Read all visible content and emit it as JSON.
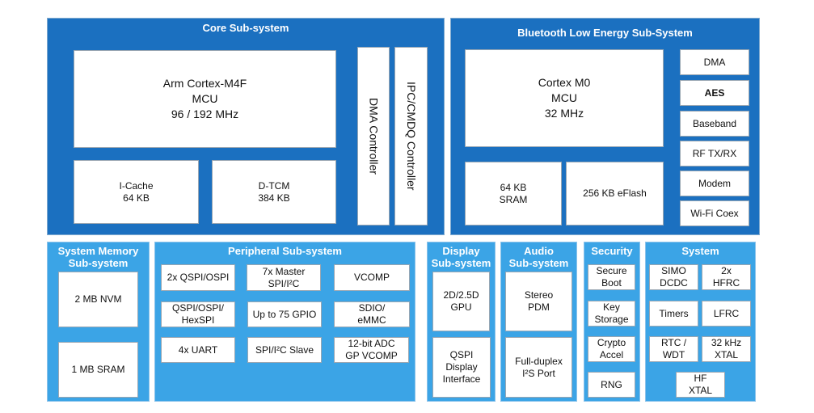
{
  "colors": {
    "top_subsystem": "#1b70c0",
    "bottom_subsystem": "#3ba4e6",
    "block": "#ffffff"
  },
  "groups": [
    {
      "id": "core",
      "title": [
        "Core Sub-system"
      ],
      "tone": "dark",
      "blocks": [
        {
          "id": "arm-cortex-m4f",
          "lines": [
            "Arm Cortex-M4F",
            "MCU",
            "96 / 192 MHz"
          ],
          "style": "big"
        },
        {
          "id": "i-cache",
          "lines": [
            "I-Cache",
            "64 KB"
          ]
        },
        {
          "id": "d-tcm",
          "lines": [
            "D-TCM",
            "384 KB"
          ]
        },
        {
          "id": "dma-controller",
          "lines": [
            "DMA Controller"
          ],
          "style": "vert"
        },
        {
          "id": "ipc-cmdq-controller",
          "lines": [
            "IPC/CMDQ Controller"
          ],
          "style": "vert"
        }
      ]
    },
    {
      "id": "ble",
      "title": [
        "Bluetooth Low Energy Sub-System"
      ],
      "tone": "dark",
      "blocks": [
        {
          "id": "cortex-m0",
          "lines": [
            "Cortex M0",
            "MCU",
            "32 MHz"
          ],
          "style": "big"
        },
        {
          "id": "ble-sram",
          "lines": [
            "64 KB",
            "SRAM"
          ]
        },
        {
          "id": "eflash",
          "lines": [
            "256 KB eFlash"
          ]
        },
        {
          "id": "ble-dma",
          "lines": [
            "DMA"
          ]
        },
        {
          "id": "aes",
          "lines": [
            "AES"
          ],
          "style": "bold"
        },
        {
          "id": "baseband",
          "lines": [
            "Baseband"
          ]
        },
        {
          "id": "rf-tx-rx",
          "lines": [
            "RF TX/RX"
          ]
        },
        {
          "id": "modem",
          "lines": [
            "Modem"
          ]
        },
        {
          "id": "wifi-coex",
          "lines": [
            "Wi-Fi Coex"
          ]
        }
      ]
    },
    {
      "id": "system-memory",
      "title": [
        "System Memory",
        "Sub-system"
      ],
      "tone": "light",
      "blocks": [
        {
          "id": "nvm",
          "lines": [
            "2 MB NVM"
          ]
        },
        {
          "id": "sram",
          "lines": [
            "1 MB SRAM"
          ]
        }
      ]
    },
    {
      "id": "peripheral",
      "title": [
        "Peripheral Sub-system"
      ],
      "tone": "light",
      "blocks": [
        {
          "id": "qspi-ospi-2x",
          "lines": [
            "2x QSPI/OSPI"
          ]
        },
        {
          "id": "master-spi-i2c",
          "lines": [
            "7x Master",
            "SPI/I²C"
          ]
        },
        {
          "id": "vcomp",
          "lines": [
            "VCOMP"
          ]
        },
        {
          "id": "qspi-ospi-hexspi",
          "lines": [
            "QSPI/OSPI/",
            "HexSPI"
          ]
        },
        {
          "id": "gpio",
          "lines": [
            "Up to 75 GPIO"
          ]
        },
        {
          "id": "sdio-emmc",
          "lines": [
            "SDIO/",
            "eMMC"
          ]
        },
        {
          "id": "uart",
          "lines": [
            "4x UART"
          ]
        },
        {
          "id": "spi-i2c-slave",
          "lines": [
            "SPI/I²C Slave"
          ]
        },
        {
          "id": "adc-gp-vcomp",
          "lines": [
            "12-bit ADC",
            "GP VCOMP"
          ]
        }
      ]
    },
    {
      "id": "display",
      "title": [
        "Display",
        "Sub-system"
      ],
      "tone": "light",
      "blocks": [
        {
          "id": "gpu",
          "lines": [
            "2D/2.5D",
            "GPU"
          ]
        },
        {
          "id": "qspi-display-interface",
          "lines": [
            "QSPI",
            "Display",
            "Interface"
          ]
        }
      ]
    },
    {
      "id": "audio",
      "title": [
        "Audio",
        "Sub-system"
      ],
      "tone": "light",
      "blocks": [
        {
          "id": "stereo-pdm",
          "lines": [
            "Stereo",
            "PDM"
          ]
        },
        {
          "id": "i2s-port",
          "lines": [
            "Full-duplex",
            "I²S Port"
          ]
        }
      ]
    },
    {
      "id": "security",
      "title": [
        "Security"
      ],
      "tone": "light",
      "blocks": [
        {
          "id": "secure-boot",
          "lines": [
            "Secure",
            "Boot"
          ]
        },
        {
          "id": "key-storage",
          "lines": [
            "Key",
            "Storage"
          ]
        },
        {
          "id": "crypto-accel",
          "lines": [
            "Crypto",
            "Accel"
          ]
        },
        {
          "id": "rng",
          "lines": [
            "RNG"
          ]
        }
      ]
    },
    {
      "id": "system",
      "title": [
        "System"
      ],
      "tone": "light",
      "blocks": [
        {
          "id": "simo-dcdc",
          "lines": [
            "SIMO",
            "DCDC"
          ]
        },
        {
          "id": "hfrc",
          "lines": [
            "2x",
            "HFRC"
          ]
        },
        {
          "id": "timers",
          "lines": [
            "Timers"
          ]
        },
        {
          "id": "lfrc",
          "lines": [
            "LFRC"
          ]
        },
        {
          "id": "rtc-wdt",
          "lines": [
            "RTC /",
            "WDT"
          ]
        },
        {
          "id": "xtal-32khz",
          "lines": [
            "32 kHz",
            "XTAL"
          ]
        },
        {
          "id": "hf-xtal",
          "lines": [
            "HF",
            "XTAL"
          ]
        }
      ]
    }
  ]
}
